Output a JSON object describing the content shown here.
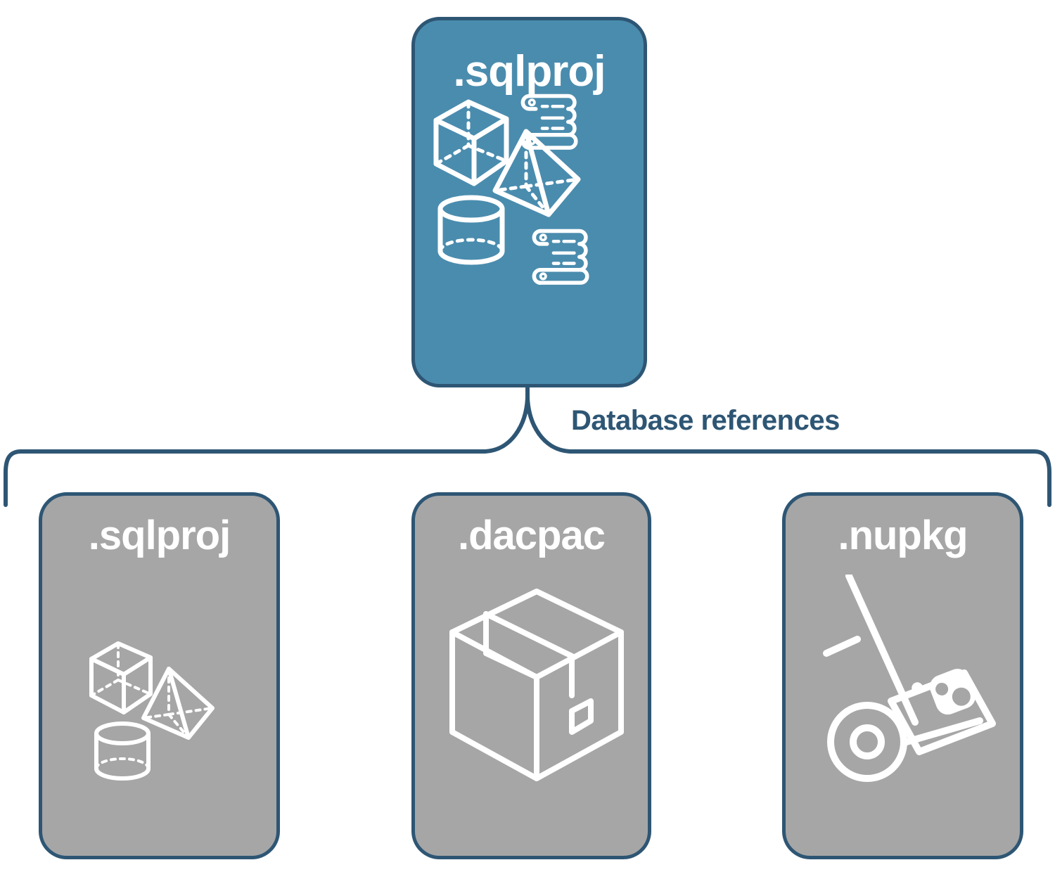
{
  "diagram": {
    "title_root": ".sqlproj",
    "connector_label": "Database references",
    "colors": {
      "root_fill": "#4a8cae",
      "child_fill": "#a6a6a6",
      "stroke": "#2e5674",
      "icon": "#ffffff",
      "background": "#ffffff"
    },
    "root_node": {
      "label": ".sqlproj",
      "fill": "#4a8cae",
      "icons": [
        "cube-icon",
        "scroll-icon",
        "pyramid-icon",
        "cylinder-icon",
        "scroll-icon"
      ]
    },
    "children": [
      {
        "label": ".sqlproj",
        "fill": "#a6a6a6",
        "icons": [
          "cube-icon",
          "pyramid-icon",
          "cylinder-icon"
        ]
      },
      {
        "label": ".dacpac",
        "fill": "#a6a6a6",
        "icons": [
          "package-box-icon"
        ]
      },
      {
        "label": ".nupkg",
        "fill": "#a6a6a6",
        "icons": [
          "hand-truck-icon"
        ]
      }
    ]
  }
}
